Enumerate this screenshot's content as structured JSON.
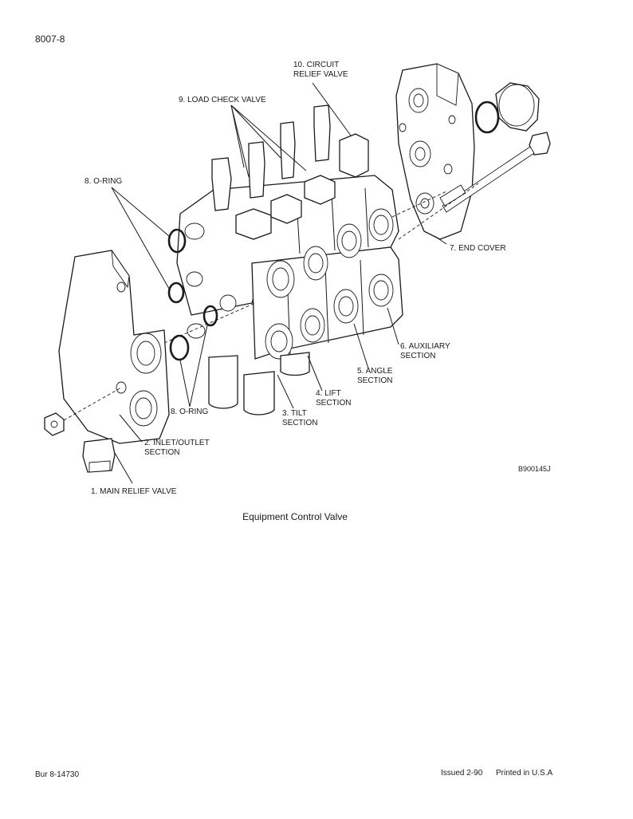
{
  "header": {
    "page_number": "8007-8"
  },
  "figure": {
    "caption": "Equipment Control Valve",
    "code": "B900145J",
    "callouts": {
      "main_relief_valve": "1. MAIN RELIEF VALVE",
      "inlet_outlet_1": "2. INLET/OUTLET",
      "inlet_outlet_2": "SECTION",
      "tilt_1": "3. TILT",
      "tilt_2": "SECTION",
      "lift_1": "4. LIFT",
      "lift_2": "SECTION",
      "angle_1": "5. ANGLE",
      "angle_2": "SECTION",
      "auxiliary_1": "6. AUXILIARY",
      "auxiliary_2": "SECTION",
      "end_cover": "7. END COVER",
      "o_ring_top": "8. O-RING",
      "o_ring_bottom": "8. O-RING",
      "load_check_valve": "9. LOAD CHECK VALVE",
      "circuit_relief_1": "10. CIRCUIT",
      "circuit_relief_2": "RELIEF VALVE"
    }
  },
  "footer": {
    "doc_id": "Bur 8-14730",
    "issued": "Issued 2-90",
    "printed": "Printed in U.S.A"
  }
}
